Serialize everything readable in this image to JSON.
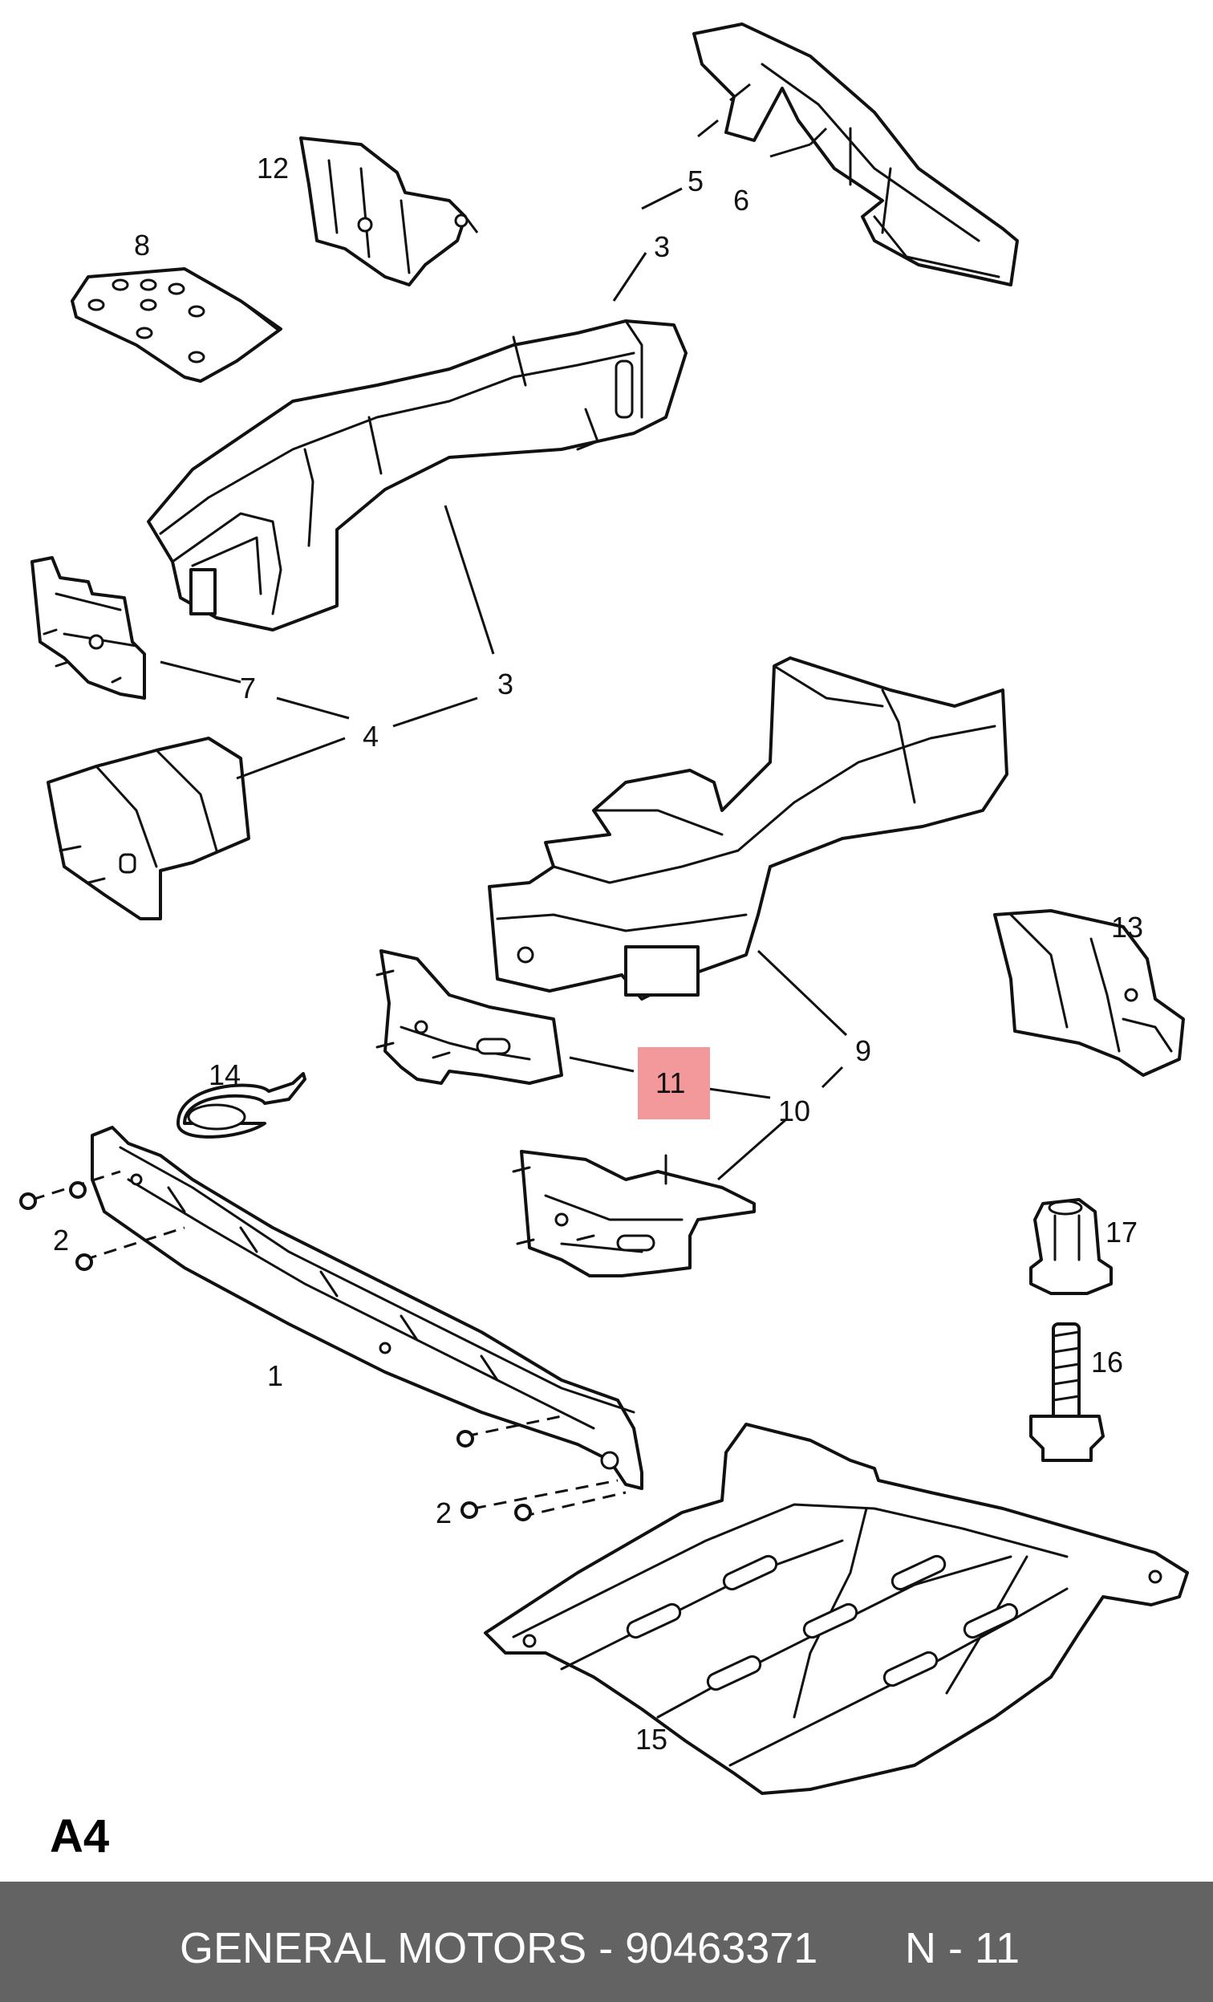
{
  "diagram": {
    "page_ref": "A4",
    "callouts": {
      "c1": "1",
      "c2a": "2",
      "c2b": "2",
      "c3a": "3",
      "c3b": "3",
      "c4": "4",
      "c5": "5",
      "c6": "6",
      "c7": "7",
      "c8": "8",
      "c9": "9",
      "c10": "10",
      "c11": "11",
      "c12": "12",
      "c13": "13",
      "c14": "14",
      "c15": "15",
      "c16": "16",
      "c17": "17"
    },
    "highlighted_callout": "11",
    "highlight_color": "#f3999c"
  },
  "footer": {
    "part_text": "GENERAL MOTORS - 90463371",
    "position_text": "N - 11",
    "background_color": "#636363"
  }
}
